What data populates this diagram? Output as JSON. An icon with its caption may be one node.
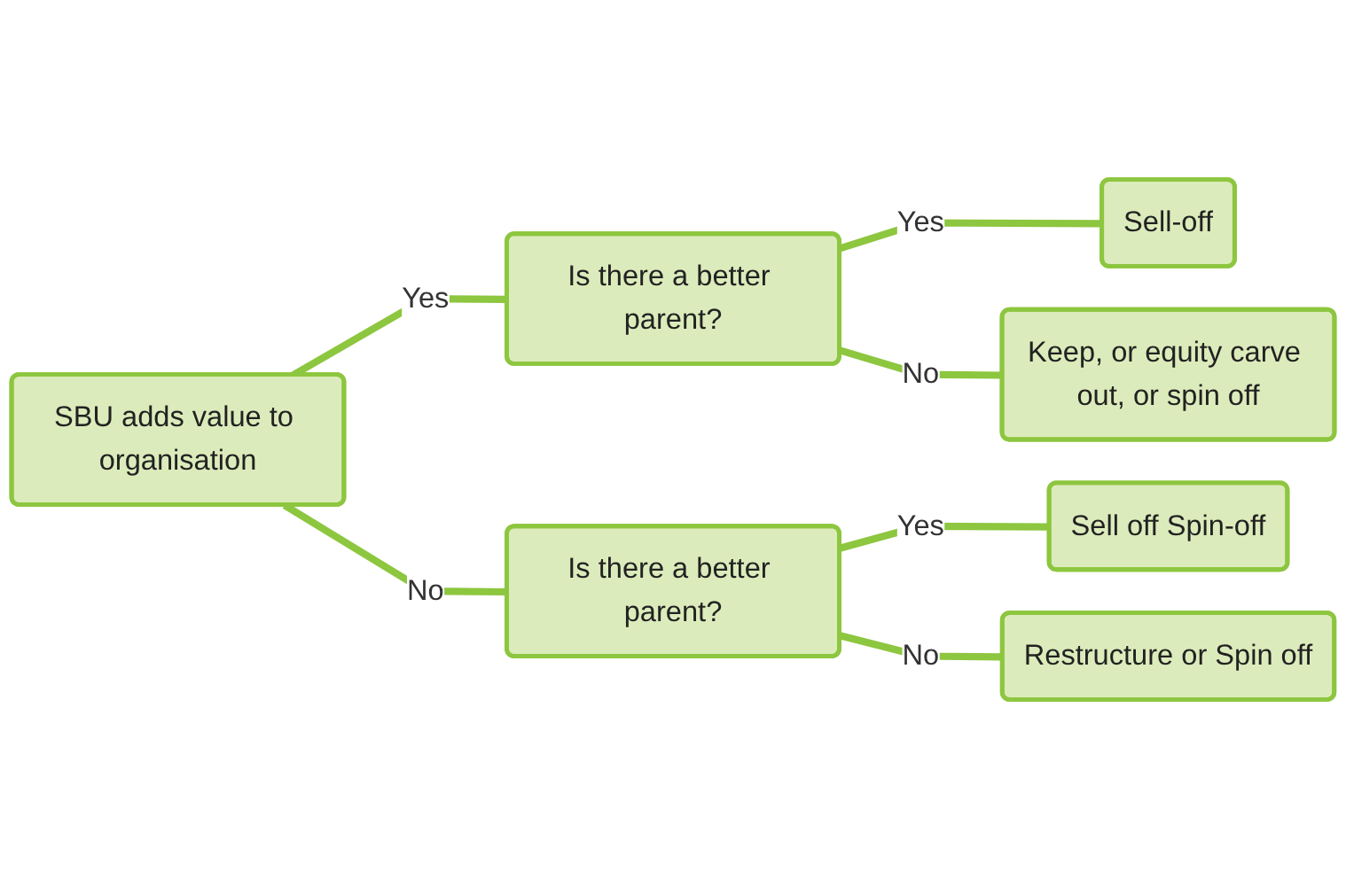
{
  "diagram": {
    "nodes": [
      {
        "text": [
          "SBU adds value to organisation"
        ]
      },
      {
        "text": [
          "Is there a better parent?"
        ]
      },
      {
        "text": [
          "Sell-off"
        ]
      },
      {
        "text": [
          "Keep, or equity carve out, or spin off"
        ]
      },
      {
        "text": [
          "Is there a better parent?"
        ]
      },
      {
        "text": [
          "Sell off Spin-off"
        ]
      },
      {
        "text": [
          "Restructure or Spin off"
        ]
      }
    ],
    "edges": [
      {
        "from": 0,
        "to": 1,
        "arrow": "none",
        "label": "Yes"
      },
      {
        "from": 0,
        "to": 4,
        "arrow": "none",
        "label": "No"
      },
      {
        "from": 1,
        "to": 2,
        "arrow": "none",
        "label": "Yes"
      },
      {
        "from": 1,
        "to": 3,
        "arrow": "none",
        "label": "No"
      },
      {
        "from": 4,
        "to": 5,
        "arrow": "none",
        "label": "Yes"
      },
      {
        "from": 4,
        "to": 6,
        "arrow": "none",
        "label": "No"
      }
    ]
  }
}
